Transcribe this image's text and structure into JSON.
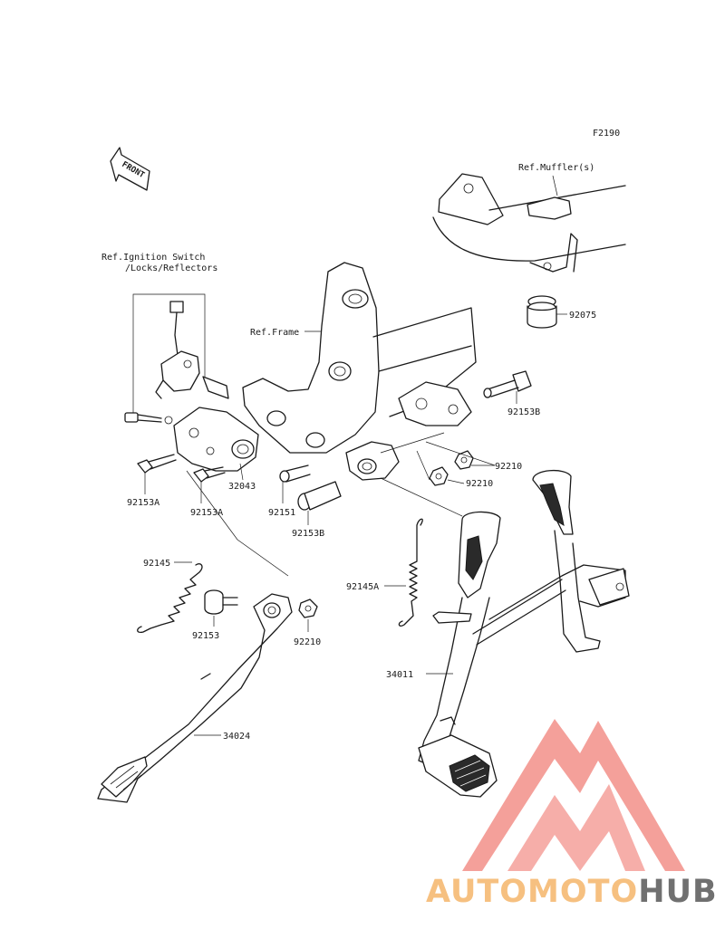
{
  "diagram": {
    "figure_code": "F2190",
    "front_arrow_text": "FRONT",
    "references": {
      "muffler": "Ref.Muffler(s)",
      "ignition_line1": "Ref.Ignition Switch",
      "ignition_line2": "/Locks/Reflectors",
      "frame": "Ref.Frame"
    },
    "part_labels": {
      "p92075": "92075",
      "p92153B_top": "92153B",
      "p92210_a": "92210",
      "p92210_b": "92210",
      "p92153A_left": "92153A",
      "p92153A_mid": "92153A",
      "p32043": "32043",
      "p92151": "92151",
      "p92153B_bottom": "92153B",
      "p92145": "92145",
      "p92145A": "92145A",
      "p92153": "92153",
      "p92210_c": "92210",
      "p34011": "34011",
      "p34024": "34024"
    }
  },
  "watermark": {
    "part1": "AUTOMOTO",
    "part2": "HUB",
    "colors": {
      "logo": "#f4a09a",
      "text_light": "#f6c080",
      "text_accent": "#f09080",
      "text_dark": "#707070"
    }
  }
}
